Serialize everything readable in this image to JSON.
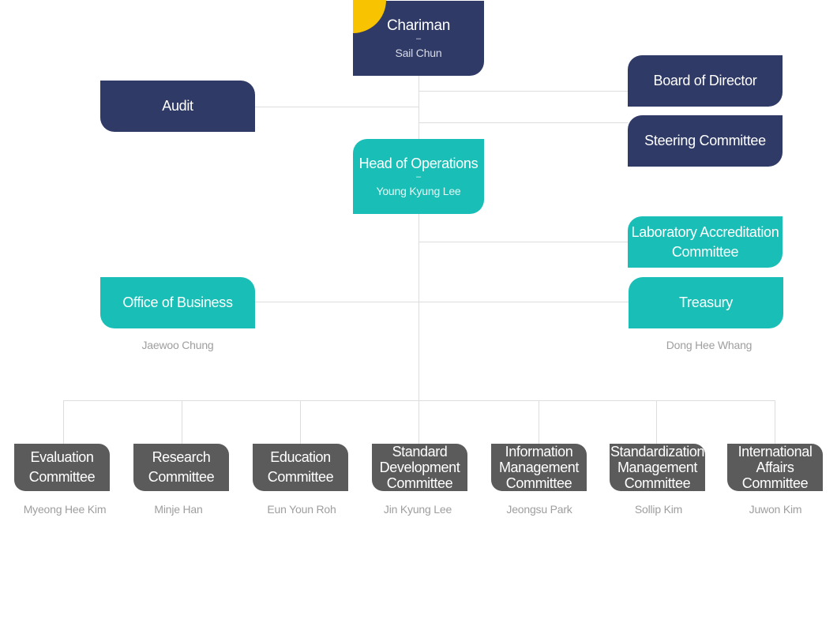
{
  "top": {
    "chairman": {
      "title": "Chariman",
      "sep": "–",
      "name": "Sail Chun"
    },
    "audit": "Audit",
    "board": "Board of Director",
    "steering": "Steering Committee"
  },
  "operations": {
    "head": {
      "title": "Head of Operations",
      "sep": "–",
      "name": "Young Kyung Lee"
    },
    "lab": "Laboratory Accreditation Committee",
    "office": {
      "title": "Office of Business",
      "person": "Jaewoo Chung"
    },
    "treasury": {
      "title": "Treasury",
      "person": "Dong Hee Whang"
    }
  },
  "committees": [
    {
      "title": "Evaluation Committee",
      "person": "Myeong Hee Kim"
    },
    {
      "title": "Research Committee",
      "person": "Minje Han"
    },
    {
      "title": "Education Committee",
      "person": "Eun Youn Roh"
    },
    {
      "title": "Standard Development Committee",
      "person": "Jin Kyung Lee"
    },
    {
      "title": "Information Management Committee",
      "person": "Jeongsu Park"
    },
    {
      "title": "Standardization Management Committee",
      "person": "Sollip Kim"
    },
    {
      "title": "International Affairs Committee",
      "person": "Juwon Kim"
    }
  ],
  "colors": {
    "navy": "#2f3a66",
    "teal": "#19bfb6",
    "gray": "#5b5b5b",
    "accent": "#f8c300",
    "line": "#dddddd",
    "person_text": "#9e9e9e"
  }
}
